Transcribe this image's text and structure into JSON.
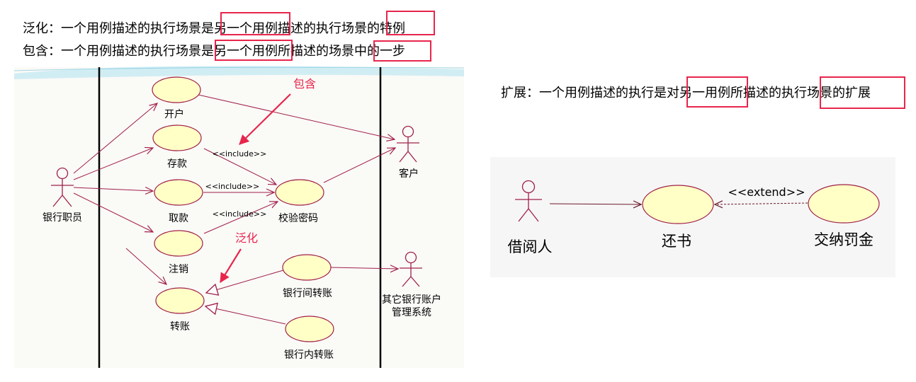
{
  "definitions": {
    "generalization": "泛化：一个用例描述的执行场景是另一个用例描述的执行场景的特例",
    "inclusion": "包含：一个用例描述的执行场景是另一个用例所描述的场景中的一步",
    "extension": "扩展：一个用例描述的执行是对另一用例所描述的执行场景的扩展"
  },
  "left_diagram": {
    "actors": {
      "clerk": "银行职员",
      "customer": "客户",
      "other_system_line1": "其它银行账户",
      "other_system_line2": "管理系统"
    },
    "use_cases": {
      "open": "开户",
      "deposit": "存款",
      "withdraw": "取款",
      "cancel": "注销",
      "transfer": "转账",
      "verify": "校验密码",
      "interbank": "银行间转账",
      "intrabank": "银行内转账"
    },
    "stereotypes": {
      "include_1": "<<include>>",
      "include_2": "<<include>>",
      "include_3": "<<include>>"
    },
    "annotations": {
      "include_note": "包含",
      "generalize_note": "泛化"
    }
  },
  "right_diagram": {
    "actor": "借阅人",
    "use_case": "还书",
    "extension_case": "交纳罚金",
    "stereotype": "<<extend>>"
  },
  "colors": {
    "highlight": "#e8254b",
    "relation": "#a0204a",
    "use_case_fill": "#ffffc6",
    "use_case_stroke": "#a0204a",
    "annotation": "#e8254b"
  }
}
